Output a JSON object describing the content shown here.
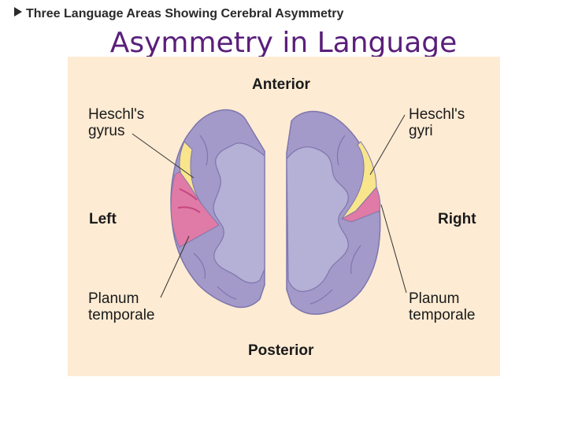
{
  "caption": "Three Language Areas Showing Cerebral Asymmetry",
  "title": "Asymmetry in Language",
  "figure": {
    "anterior": "Anterior",
    "posterior": "Posterior",
    "left": "Left",
    "right": "Right",
    "heschl_left": "Heschl's\ngyrus",
    "heschl_right": "Heschl's\ngyri",
    "planum_left": "Planum\ntemporale",
    "planum_right": "Planum\ntemporale"
  },
  "colors": {
    "panel_bg": "#fdebd3",
    "cortex_purple": "#a39ac9",
    "white_matter": "#b5b0d6",
    "outline": "#7e76ad",
    "heschl_yellow": "#f8e58c",
    "planum_pink": "#e07aa6",
    "title_purple": "#5a1f7a"
  }
}
